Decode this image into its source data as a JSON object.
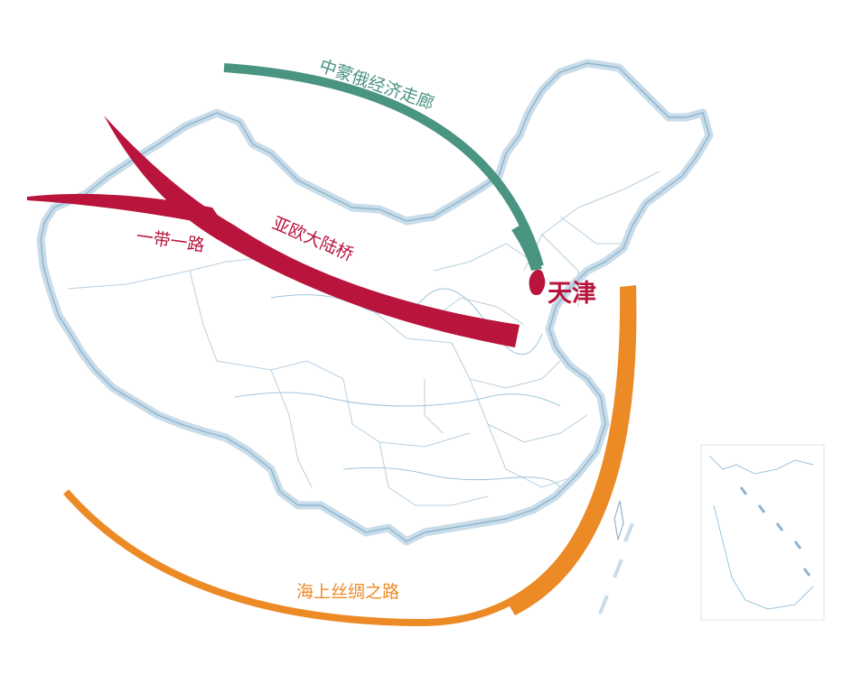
{
  "map": {
    "city": "天津",
    "routes": {
      "green": "中蒙俄经济走廊",
      "red_arc": "亚欧大陆桥",
      "red_branch": "一带一路",
      "orange": "海上丝绸之路"
    },
    "colors": {
      "green": "#4a9482",
      "red": "#b8143c",
      "orange": "#ec8a25",
      "border": "#8fb4cf"
    }
  }
}
